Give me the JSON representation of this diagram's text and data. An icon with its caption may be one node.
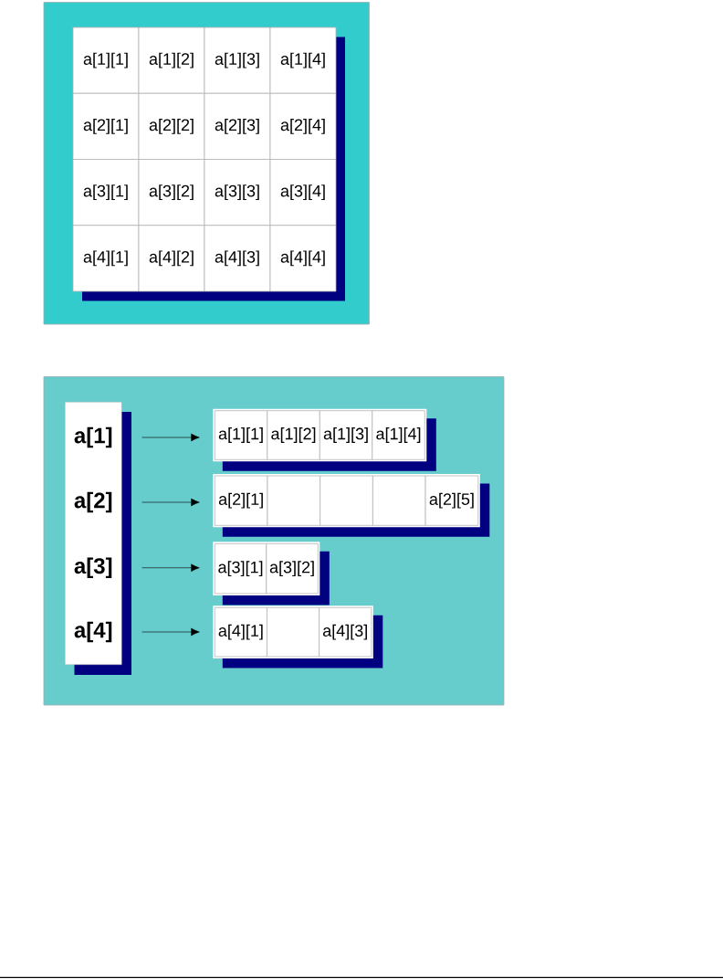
{
  "diagram": {
    "nodes": [
      {
        "text": [
          "a[1][1]"
        ]
      },
      {
        "text": [
          "a[1][2]"
        ]
      },
      {
        "text": [
          "a[1][3]"
        ]
      },
      {
        "text": [
          "a[1][4]"
        ]
      },
      {
        "text": [
          "a[2][1]"
        ]
      },
      {
        "text": [
          "a[2][2]"
        ]
      },
      {
        "text": [
          "a[2][3]"
        ]
      },
      {
        "text": [
          "a[2][4]"
        ]
      },
      {
        "text": [
          "a[3][1]"
        ]
      },
      {
        "text": [
          "a[3][2]"
        ]
      },
      {
        "text": [
          "a[3][3]"
        ]
      },
      {
        "text": [
          "a[3][4]"
        ]
      },
      {
        "text": [
          "a[4][1]"
        ]
      },
      {
        "text": [
          "a[4][2]"
        ]
      },
      {
        "text": [
          "a[4][3]"
        ]
      },
      {
        "text": [
          "a[4][4]"
        ]
      },
      {
        "text": [],
        "shape": "box"
      },
      {
        "text": [
          "a[1]"
        ],
        "in": 16
      },
      {
        "text": [
          "a[2]"
        ],
        "in": 16
      },
      {
        "text": [
          "a[3]"
        ],
        "in": 16
      },
      {
        "text": [
          "a[4]"
        ],
        "in": 16
      },
      {
        "text": [],
        "shape": "box"
      },
      {
        "text": [
          "a[1][1]"
        ],
        "in": 21
      },
      {
        "text": [
          "a[1][2]"
        ],
        "in": 21
      },
      {
        "text": [
          "a[1][3]"
        ],
        "in": 21
      },
      {
        "text": [
          "a[1][4]"
        ],
        "in": 21
      },
      {
        "text": [],
        "shape": "box"
      },
      {
        "text": [
          "a[2][1]"
        ],
        "in": 26
      },
      {
        "text": [],
        "shape": "box",
        "in": 26
      },
      {
        "text": [],
        "shape": "box",
        "in": 26
      },
      {
        "text": [],
        "shape": "box",
        "in": 26
      },
      {
        "text": [
          "a[2][5]"
        ],
        "in": 26
      },
      {
        "text": [],
        "shape": "box"
      },
      {
        "text": [
          "a[3][1]"
        ],
        "in": 32
      },
      {
        "text": [
          "a[3][2]"
        ],
        "in": 32
      },
      {
        "text": [],
        "shape": "box"
      },
      {
        "text": [
          "a[4][1]"
        ],
        "in": 35
      },
      {
        "text": [],
        "shape": "box",
        "in": 35
      },
      {
        "text": [
          "a[4][3]"
        ],
        "in": 35
      }
    ],
    "edges": [
      {
        "from": 17,
        "to": 21,
        "arrow": "to"
      },
      {
        "from": 18,
        "to": 26,
        "arrow": "to"
      },
      {
        "from": 19,
        "to": 32,
        "arrow": "to"
      },
      {
        "from": 20,
        "to": 35,
        "arrow": "to"
      }
    ]
  }
}
